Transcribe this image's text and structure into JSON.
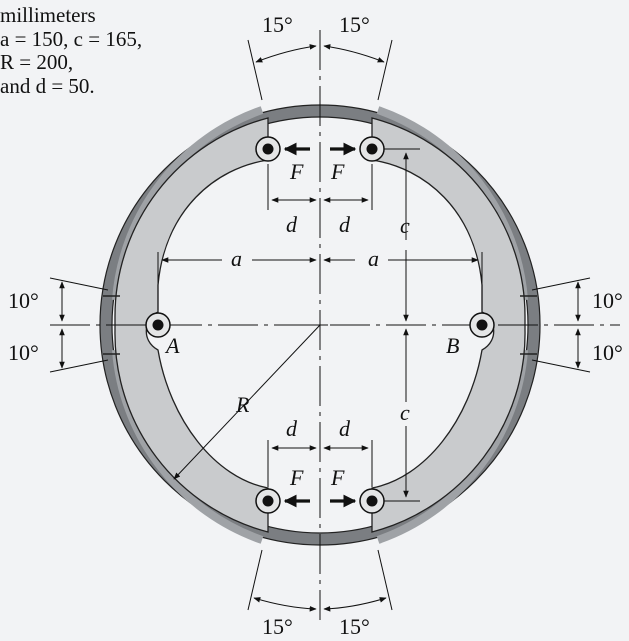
{
  "given": {
    "line1": "millimeters",
    "line2": "a = 150, c = 165,",
    "line3": "R = 200,",
    "line4": "and d = 50."
  },
  "labels": {
    "angle_15": "15°",
    "angle_10": "10°",
    "force": "F",
    "dim_a": "a",
    "dim_c": "c",
    "dim_d": "d",
    "radius": "R",
    "pin_a": "A",
    "pin_b": "B"
  },
  "colors": {
    "drum": "#7b7e82",
    "shoe": "#c9cbcd",
    "lining": "#9fa2a6",
    "ink": "#111111",
    "background": "#f2f3f5"
  }
}
